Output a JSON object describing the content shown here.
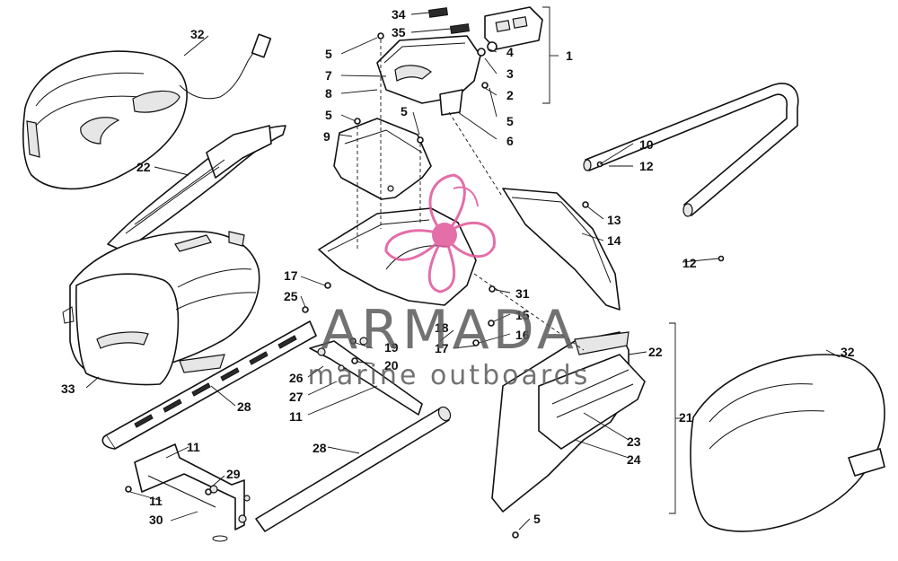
{
  "diagram": {
    "callouts": [
      {
        "id": "c34",
        "text": "34"
      },
      {
        "id": "c35",
        "text": "35"
      },
      {
        "id": "c5a",
        "text": "5"
      },
      {
        "id": "c1",
        "text": "1"
      },
      {
        "id": "c4",
        "text": "4"
      },
      {
        "id": "c3",
        "text": "3"
      },
      {
        "id": "c2",
        "text": "2"
      },
      {
        "id": "c7",
        "text": "7"
      },
      {
        "id": "c8",
        "text": "8"
      },
      {
        "id": "c5b",
        "text": "5"
      },
      {
        "id": "c5c",
        "text": "5"
      },
      {
        "id": "c5d",
        "text": "5"
      },
      {
        "id": "c6",
        "text": "6"
      },
      {
        "id": "c9",
        "text": "9"
      },
      {
        "id": "c32a",
        "text": "32"
      },
      {
        "id": "c22a",
        "text": "22"
      },
      {
        "id": "c10",
        "text": "10"
      },
      {
        "id": "c12a",
        "text": "12"
      },
      {
        "id": "c12b",
        "text": "12"
      },
      {
        "id": "c13",
        "text": "13"
      },
      {
        "id": "c14",
        "text": "14"
      },
      {
        "id": "c17a",
        "text": "17"
      },
      {
        "id": "c25",
        "text": "25"
      },
      {
        "id": "c31",
        "text": "31"
      },
      {
        "id": "c15",
        "text": "15"
      },
      {
        "id": "c18",
        "text": "18"
      },
      {
        "id": "c16",
        "text": "16"
      },
      {
        "id": "c19",
        "text": "19"
      },
      {
        "id": "c17b",
        "text": "17"
      },
      {
        "id": "c20",
        "text": "20"
      },
      {
        "id": "c22b",
        "text": "22"
      },
      {
        "id": "c32b",
        "text": "32"
      },
      {
        "id": "c33",
        "text": "33"
      },
      {
        "id": "c28a",
        "text": "28"
      },
      {
        "id": "c26",
        "text": "26"
      },
      {
        "id": "c27",
        "text": "27"
      },
      {
        "id": "c11a",
        "text": "11"
      },
      {
        "id": "c21",
        "text": "21"
      },
      {
        "id": "c23",
        "text": "23"
      },
      {
        "id": "c24",
        "text": "24"
      },
      {
        "id": "c28b",
        "text": "28"
      },
      {
        "id": "c11b",
        "text": "11"
      },
      {
        "id": "c29",
        "text": "29"
      },
      {
        "id": "c11c",
        "text": "11"
      },
      {
        "id": "c30",
        "text": "30"
      },
      {
        "id": "c5e",
        "text": "5"
      }
    ]
  },
  "watermark": {
    "brand": "ARMADA",
    "tagline": "marine outboards",
    "logo_color": "#e0559a",
    "text_color": "#5a5a5a"
  }
}
